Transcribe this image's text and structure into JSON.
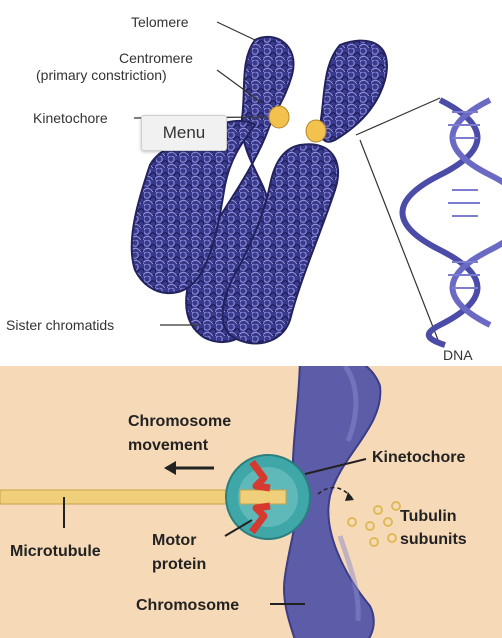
{
  "top_panel": {
    "labels": {
      "telomere": "Telomere",
      "centromere_line1": "Centromere",
      "centromere_line2": "(primary constriction)",
      "kinetochore": "Kinetochore",
      "sister_chromatids": "Sister chromatids",
      "dna": "DNA"
    }
  },
  "bottom_panel": {
    "labels": {
      "chromosome_movement_line1": "Chromosome",
      "chromosome_movement_line2": "movement",
      "kinetochore": "Kinetochore",
      "tubulin_line1": "Tubulin",
      "tubulin_line2": "subunits",
      "microtubule": "Microtubule",
      "motor_line1": "Motor",
      "motor_line2": "protein",
      "chromosome": "Chromosome"
    }
  },
  "menu": {
    "label": "Menu"
  },
  "colors": {
    "chromatin": "#3a3a8c",
    "centromere_spot": "#f2c14e",
    "dna_helix": "#4b4ba8",
    "background_bottom": "#f6d9b6",
    "chromosome_body": "#5c5ca8",
    "kinetochore": "#3fa7a7",
    "microtubule": "#f0cf7a",
    "motor_protein": "#d63a2f",
    "tubulin": "#e0b95a"
  }
}
